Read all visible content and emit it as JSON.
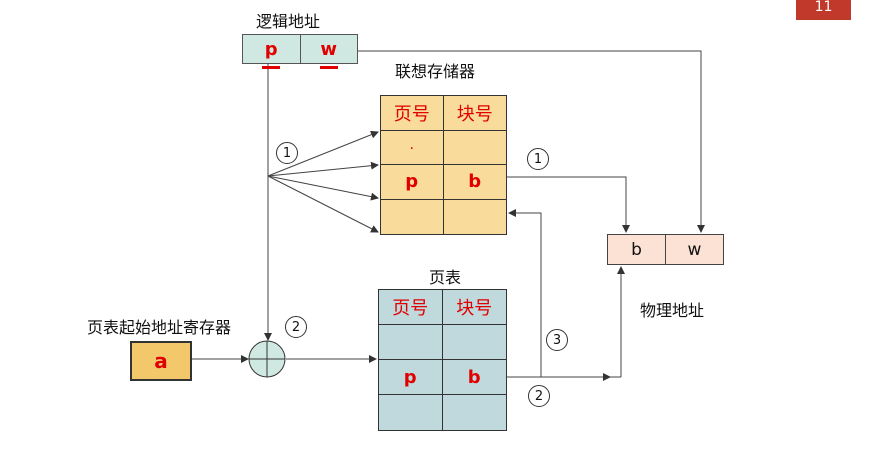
{
  "corner_text": "11",
  "logical": {
    "title": "逻辑地址",
    "p": "p",
    "w": "w"
  },
  "assoc": {
    "title": "联想存储器",
    "col1": "页号",
    "col2": "块号",
    "dot": ".",
    "p": "p",
    "b": "b"
  },
  "page_table": {
    "title": "页表",
    "col1": "页号",
    "col2": "块号",
    "p": "p",
    "b": "b"
  },
  "physical": {
    "title": "物理地址",
    "b": "b",
    "w": "w"
  },
  "register": {
    "title": "页表起始地址寄存器",
    "value": "a"
  },
  "steps": {
    "one_left": "1",
    "one_right": "1",
    "two_top": "2",
    "two_bottom": "2",
    "three": "3"
  }
}
